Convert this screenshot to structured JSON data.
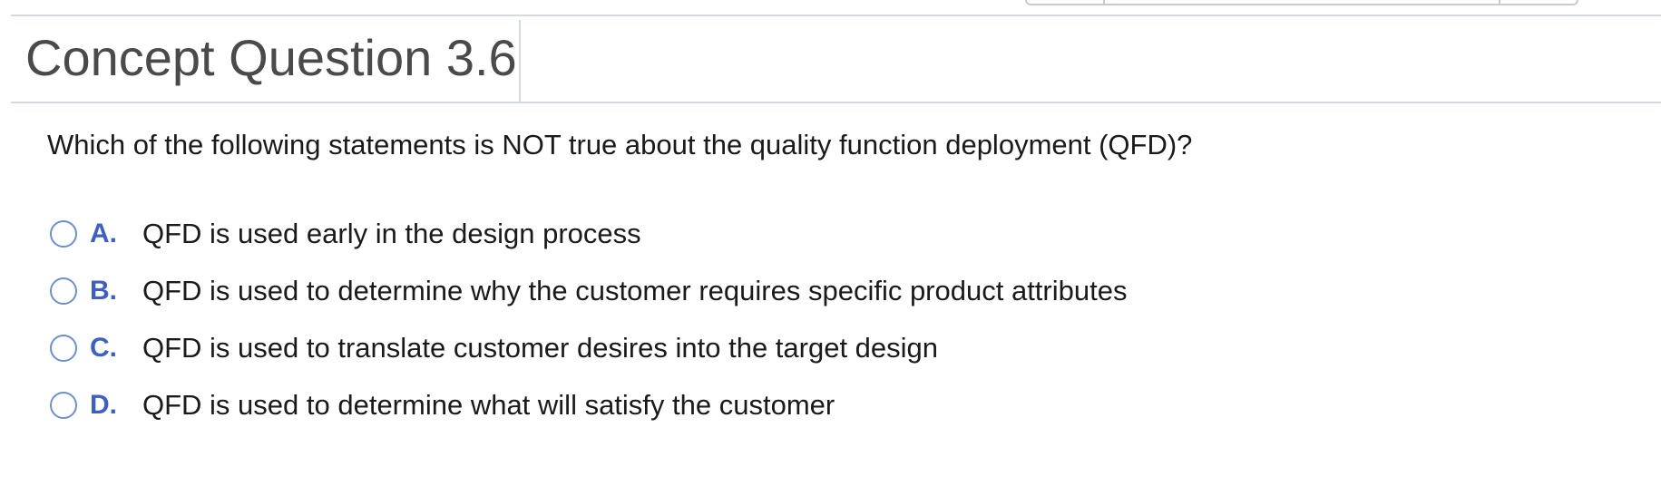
{
  "header": {
    "title": "Concept Question 3.6"
  },
  "question": {
    "text": "Which of the following statements is NOT true about the quality function deployment (QFD)?"
  },
  "choices": [
    {
      "letter": "A.",
      "text": "QFD is used early in the design process"
    },
    {
      "letter": "B.",
      "text": "QFD is used to determine why the customer requires specific product attributes"
    },
    {
      "letter": "C.",
      "text": "QFD is used to translate customer desires into the target design"
    },
    {
      "letter": "D.",
      "text": "QFD is used to determine what will satisfy the customer"
    }
  ],
  "colors": {
    "title": "#4a4a4a",
    "letter": "#3f5fc1",
    "radio_border": "#6f91c9",
    "rule": "#d6d9de"
  }
}
